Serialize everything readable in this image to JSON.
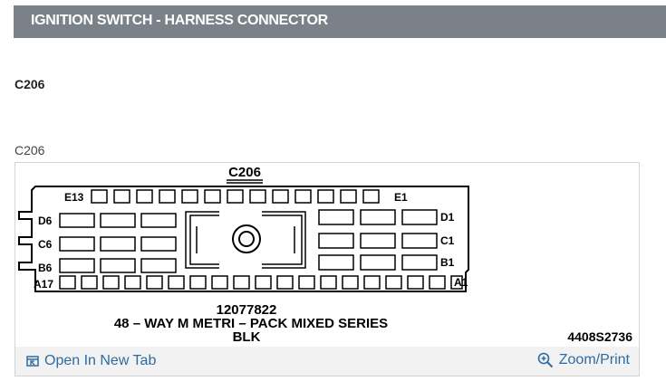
{
  "header": {
    "title": "IGNITION SWITCH - HARNESS CONNECTOR"
  },
  "connector": {
    "id": "C206"
  },
  "figure": {
    "caption": "C206",
    "diagram": {
      "connector_label": "C206",
      "pin_labels": {
        "e13": "E13",
        "e1": "E1",
        "d6": "D6",
        "d1": "D1",
        "c6": "C6",
        "c1": "C1",
        "b6": "B6",
        "b1": "B1",
        "a17": "A17",
        "a1": "A1"
      },
      "part_number": "12077822",
      "description": "48 – WAY M METRI – PACK MIXED SERIES",
      "color": "BLK",
      "figure_id": "4408S2736"
    },
    "footer": {
      "open_new_tab": "Open In New Tab",
      "zoom_print": "Zoom/Print",
      "open_icon": "open-in-new-tab-icon",
      "zoom_icon": "magnifier-plus-icon",
      "link_color": "#2f6aa3"
    }
  }
}
